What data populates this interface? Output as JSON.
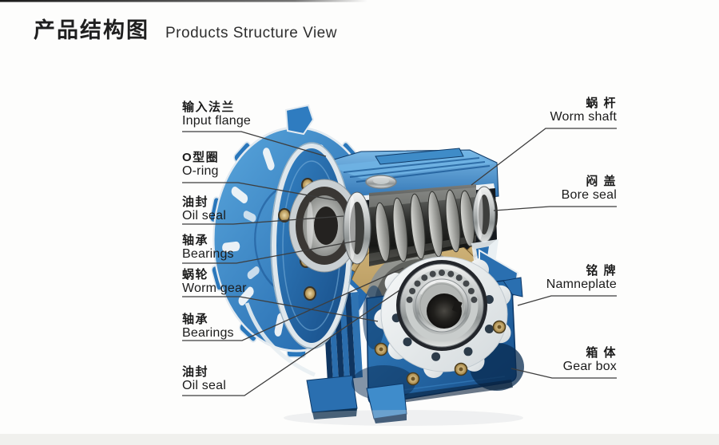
{
  "title": {
    "zh": "产品结构图",
    "en": "Products Structure View"
  },
  "diagram": {
    "subject": "worm-gearbox-cutaway",
    "labels_left": [
      {
        "zh": "输入法兰",
        "en": "Input flange"
      },
      {
        "zh": "O型圈",
        "en": "O-ring"
      },
      {
        "zh": "油封",
        "en": "Oil seal"
      },
      {
        "zh": "轴承",
        "en": "Bearings"
      },
      {
        "zh": "蜗轮",
        "en": "Worm gear"
      },
      {
        "zh": "轴承",
        "en": "Bearings"
      },
      {
        "zh": "油封",
        "en": "Oil seal"
      }
    ],
    "labels_right": [
      {
        "zh": "蜗 杆",
        "en": "Worm shaft"
      },
      {
        "zh": "闷 盖",
        "en": "Bore seal"
      },
      {
        "zh": "铭 牌",
        "en": "Namneplate"
      },
      {
        "zh": "箱 体",
        "en": "Gear box"
      }
    ],
    "colors": {
      "body_blue": "#2470b4",
      "light_blue": "#6fb2e3",
      "navy_shadow": "#0d3561",
      "brass": "#c8a86a",
      "gear_bronze": "#c2a36b",
      "steel": "#d6d9d9",
      "dark_metal": "#2a2a28",
      "white_cut": "#eef2f4",
      "leader_line": "#3d3d3d",
      "text": "#1b1b1b"
    }
  }
}
